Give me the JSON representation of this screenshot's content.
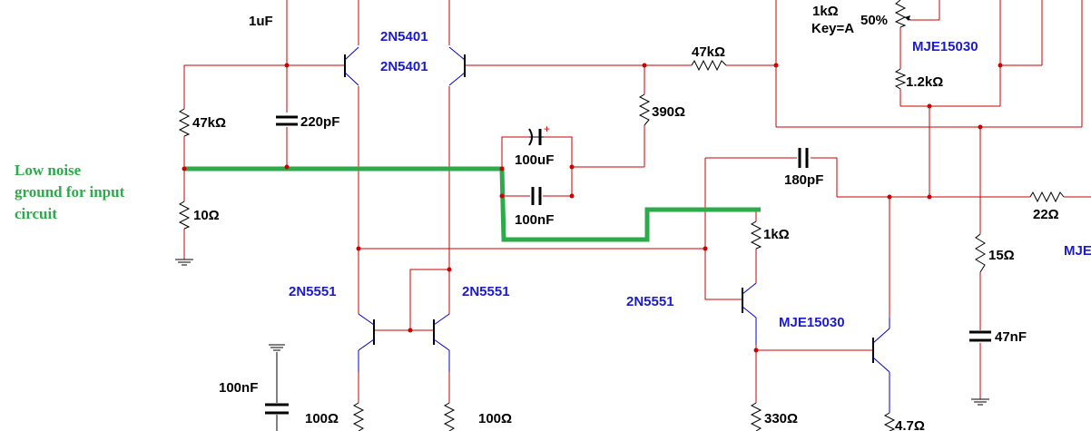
{
  "note": {
    "lines": [
      "Low noise",
      "ground for input",
      "circuit"
    ]
  },
  "components": {
    "c_1uf": "1uF",
    "c_220pf": "220pF",
    "r_47k_left": "47kΩ",
    "r_10": "10Ω",
    "q_2n5401_a": "2N5401",
    "q_2n5401_b": "2N5401",
    "r_47k_top": "47kΩ",
    "r_390": "390Ω",
    "c_100uf": "100uF",
    "c_100nf_mid": "100nF",
    "pot_value": "1kΩ",
    "pot_key": "Key=A",
    "pot_percent": "50%",
    "q_mje15030_top": "MJE15030",
    "r_1_2k": "1.2kΩ",
    "c_180pf": "180pF",
    "r_22": "22Ω",
    "q_mje_cut": "MJE",
    "r_1k": "1kΩ",
    "r_15": "15Ω",
    "c_47nf": "47nF",
    "q_2n5551_left": "2N5551",
    "q_2n5551_right": "2N5551",
    "q_2n5551_vas": "2N5551",
    "q_mje15030_bottom": "MJE15030",
    "c_100nf_low": "100nF",
    "r_100_a": "100Ω",
    "r_100_b": "100Ω",
    "r_330": "330Ω",
    "r_4_7": "4.7Ω"
  },
  "colors": {
    "wire": "#cc0000",
    "ground_highlight": "#2daa4a",
    "transistor_label": "#1a1ad0",
    "component_label": "#000000"
  }
}
